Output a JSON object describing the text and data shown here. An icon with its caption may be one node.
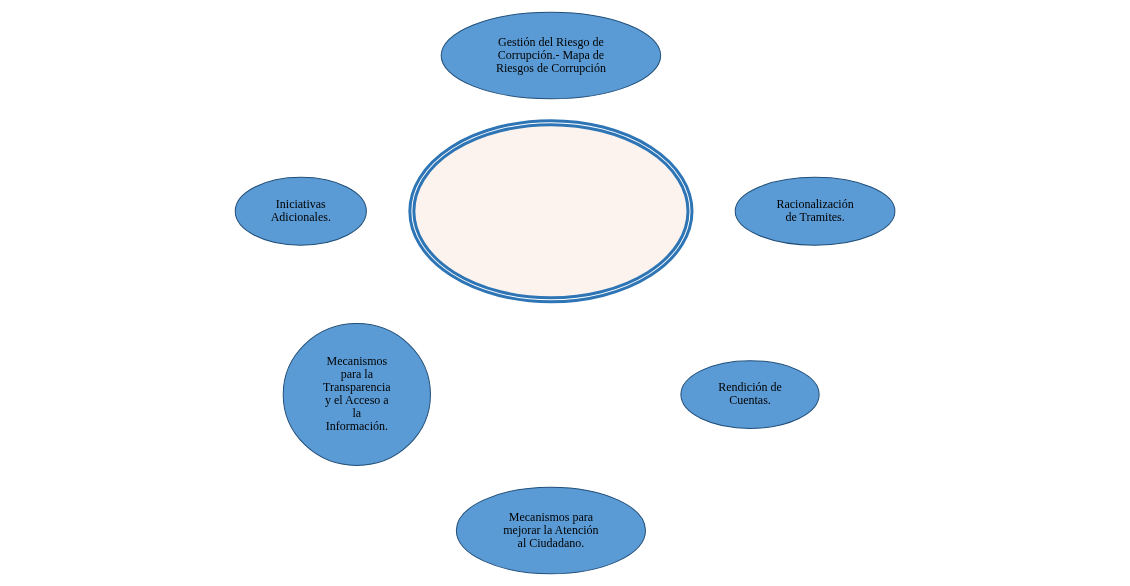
{
  "diagram": {
    "nodes": [
      {
        "text": [
          "Gestión del Riesgo de Corrupción.- Mapa de Riesgos de Corrupción"
        ]
      },
      {
        "text": [
          "Iniciativas Adicionales."
        ]
      },
      {
        "text": [
          "Racionalización de Tramites."
        ]
      },
      {
        "text": [],
        "shape": "ellipse"
      },
      {
        "text": [
          "Mecanismos para la Transparencia y el Acceso a la Información."
        ]
      },
      {
        "text": [
          "Rendición de Cuentas."
        ]
      },
      {
        "text": [
          "Mecanismos para mejorar la Atención al Ciudadano."
        ]
      }
    ],
    "edges": []
  }
}
